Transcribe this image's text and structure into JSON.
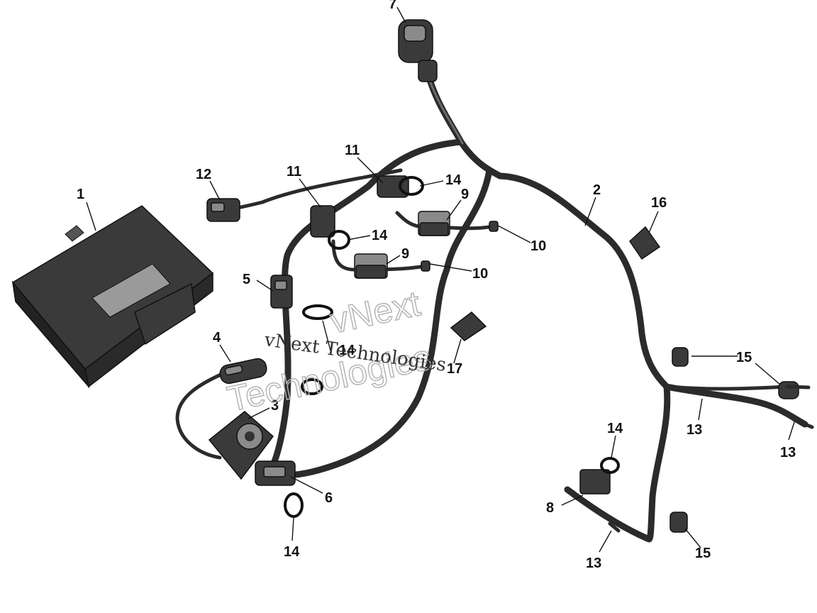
{
  "watermark": {
    "line1": "vNext",
    "line2": "Technologies",
    "inline": "vNext Technologies"
  },
  "callouts": [
    {
      "id": "c1",
      "label": "1"
    },
    {
      "id": "c2",
      "label": "2"
    },
    {
      "id": "c3",
      "label": "3"
    },
    {
      "id": "c4",
      "label": "4"
    },
    {
      "id": "c5",
      "label": "5"
    },
    {
      "id": "c6",
      "label": "6"
    },
    {
      "id": "c7",
      "label": "7"
    },
    {
      "id": "c8",
      "label": "8"
    },
    {
      "id": "c9a",
      "label": "9"
    },
    {
      "id": "c9b",
      "label": "9"
    },
    {
      "id": "c10a",
      "label": "10"
    },
    {
      "id": "c10b",
      "label": "10"
    },
    {
      "id": "c11a",
      "label": "11"
    },
    {
      "id": "c11b",
      "label": "11"
    },
    {
      "id": "c12",
      "label": "12"
    },
    {
      "id": "c13a",
      "label": "13"
    },
    {
      "id": "c13b",
      "label": "13"
    },
    {
      "id": "c13c",
      "label": "13"
    },
    {
      "id": "c14a",
      "label": "14"
    },
    {
      "id": "c14b",
      "label": "14"
    },
    {
      "id": "c14c",
      "label": "14"
    },
    {
      "id": "c14d",
      "label": "14"
    },
    {
      "id": "c14e",
      "label": "14"
    },
    {
      "id": "c15a",
      "label": "15"
    },
    {
      "id": "c15b",
      "label": "15"
    },
    {
      "id": "c16",
      "label": "16"
    },
    {
      "id": "c17",
      "label": "17"
    }
  ]
}
